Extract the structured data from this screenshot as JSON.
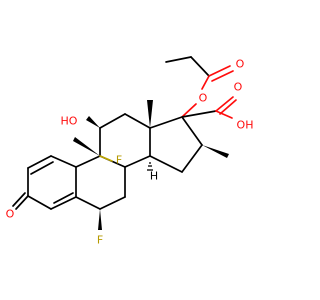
{
  "colors": {
    "bond": "#000000",
    "oxygen": "#ff0d0d",
    "fluorine": "#b59a00",
    "background": "#ffffff"
  },
  "labels": {
    "hydroxyl": "HO",
    "fluoro_9": "F",
    "fluoro_6": "F",
    "ketone_o": "O",
    "ester_o": "O",
    "carbonyl_o": "O",
    "acid_o": "O",
    "acid_oh": "OH",
    "stereo_h": "H"
  }
}
